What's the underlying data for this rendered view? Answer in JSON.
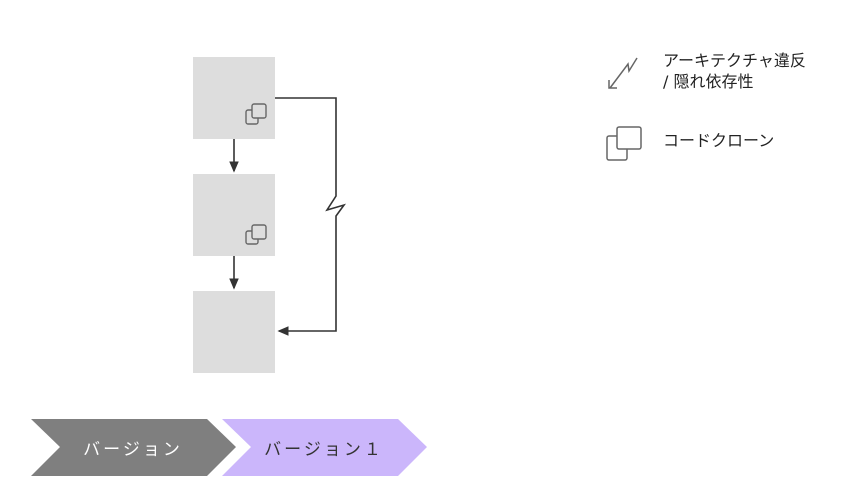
{
  "legend": {
    "violation": {
      "line1": "アーキテクチャ違反",
      "line2": "/ 隠れ依存性",
      "icon": "zigzag-arrow-icon"
    },
    "clone": {
      "label": "コードクローン",
      "icon": "code-clone-icon"
    }
  },
  "versions": [
    {
      "label": "バージョン",
      "color": "#7f7f7f",
      "text_color": "#ffffff"
    },
    {
      "label": "バージョン１",
      "color": "#cbb6fb",
      "text_color": "#333333"
    }
  ],
  "colors": {
    "box": "#dddddd",
    "line": "#333333"
  }
}
